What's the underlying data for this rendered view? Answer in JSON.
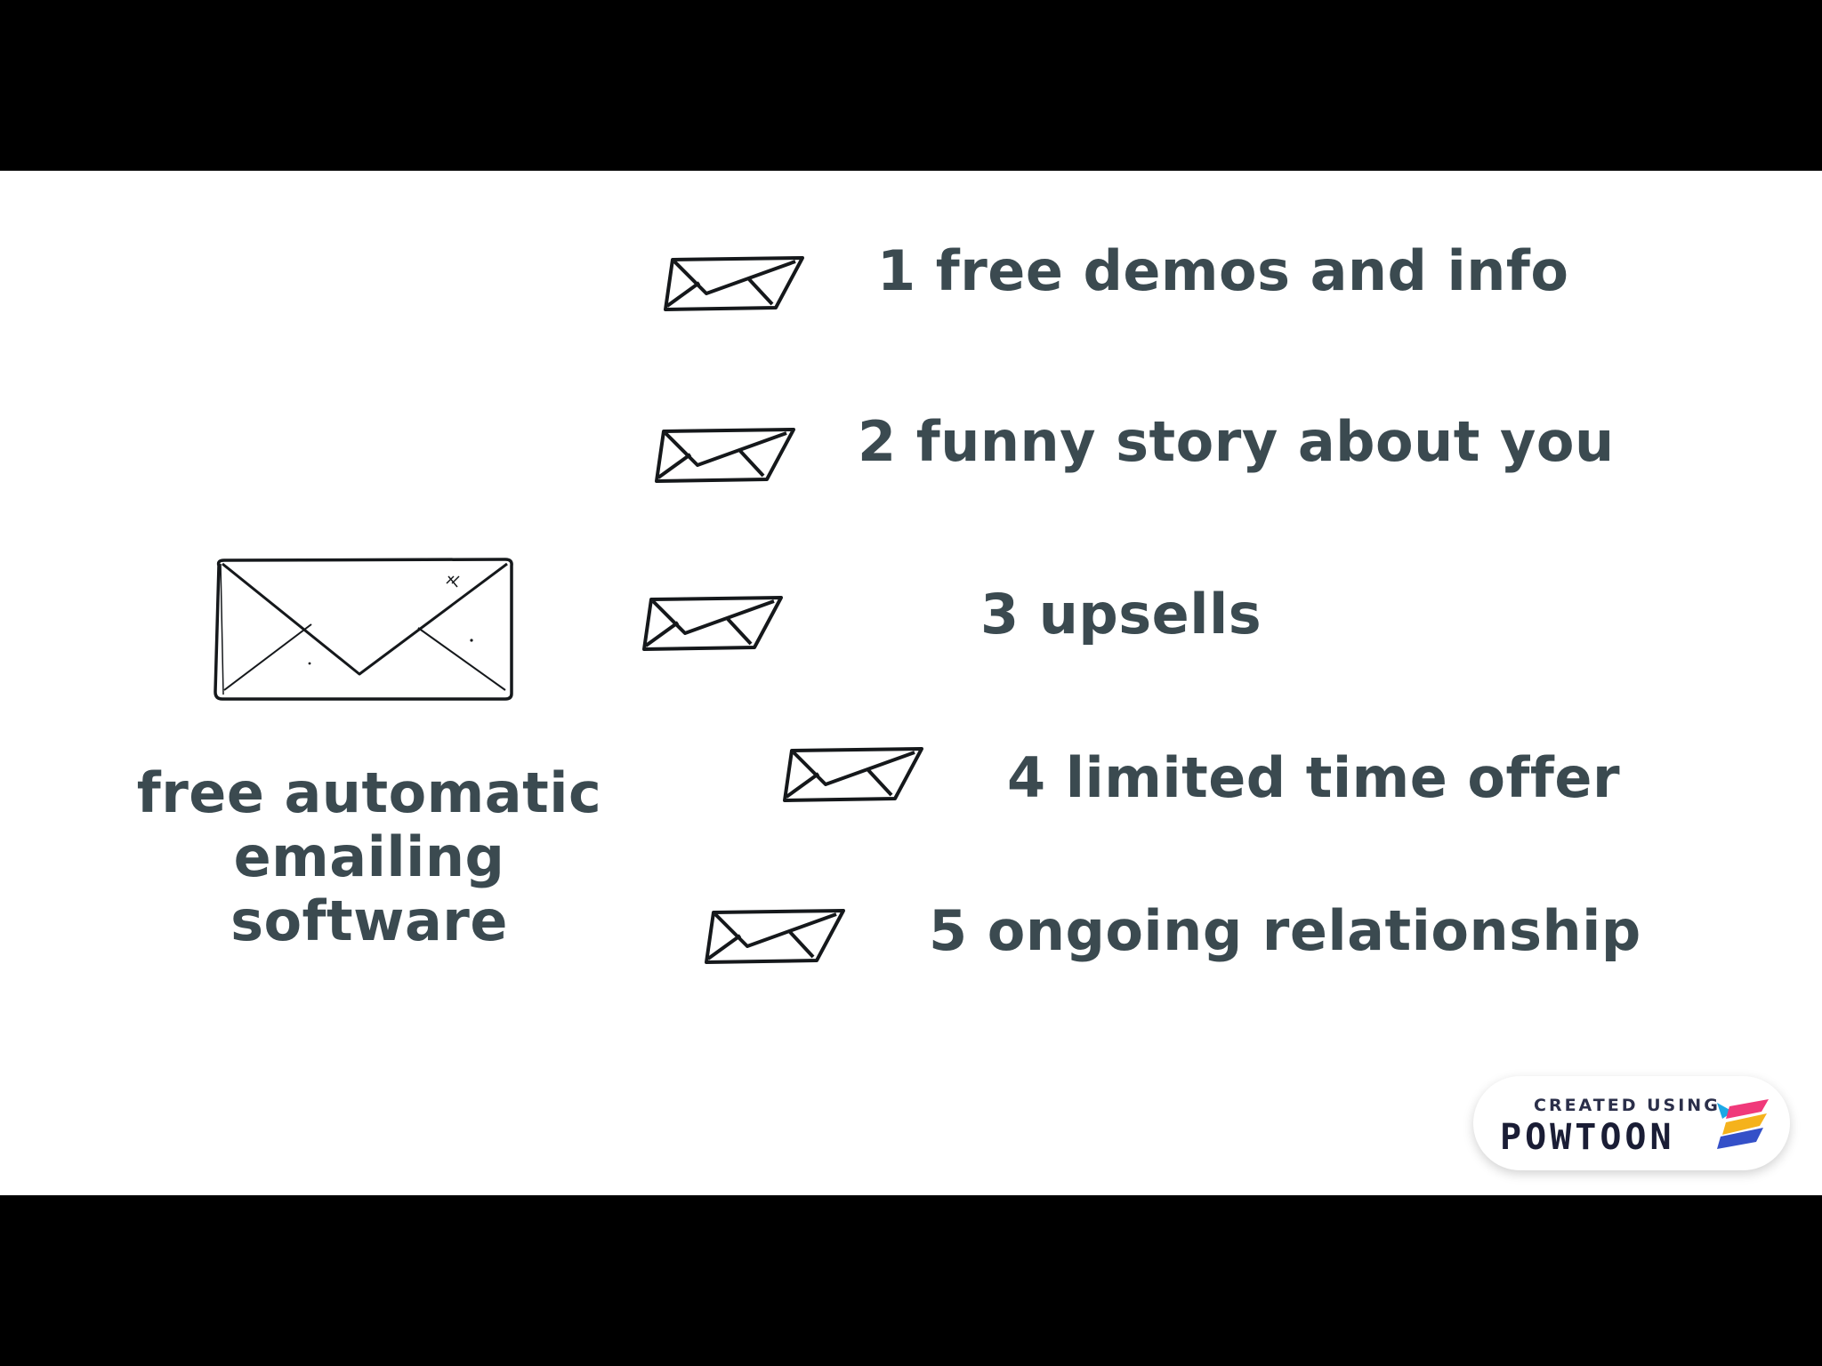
{
  "items": [
    {
      "label": "1 free demos and info"
    },
    {
      "label": "2 funny story about you"
    },
    {
      "label": "3 upsells"
    },
    {
      "label": "4 limited time offer"
    },
    {
      "label": "5 ongoing relationship"
    }
  ],
  "caption": {
    "line1": "free automatic emailing",
    "line2": "software"
  },
  "watermark": {
    "small_text": "CREATED USING",
    "brand": "POWTOON"
  },
  "colors": {
    "text": "#3b4a50",
    "background": "#ffffff",
    "letterbox": "#000000"
  },
  "icons": [
    "envelope-icon",
    "powtoon-logo-icon"
  ]
}
